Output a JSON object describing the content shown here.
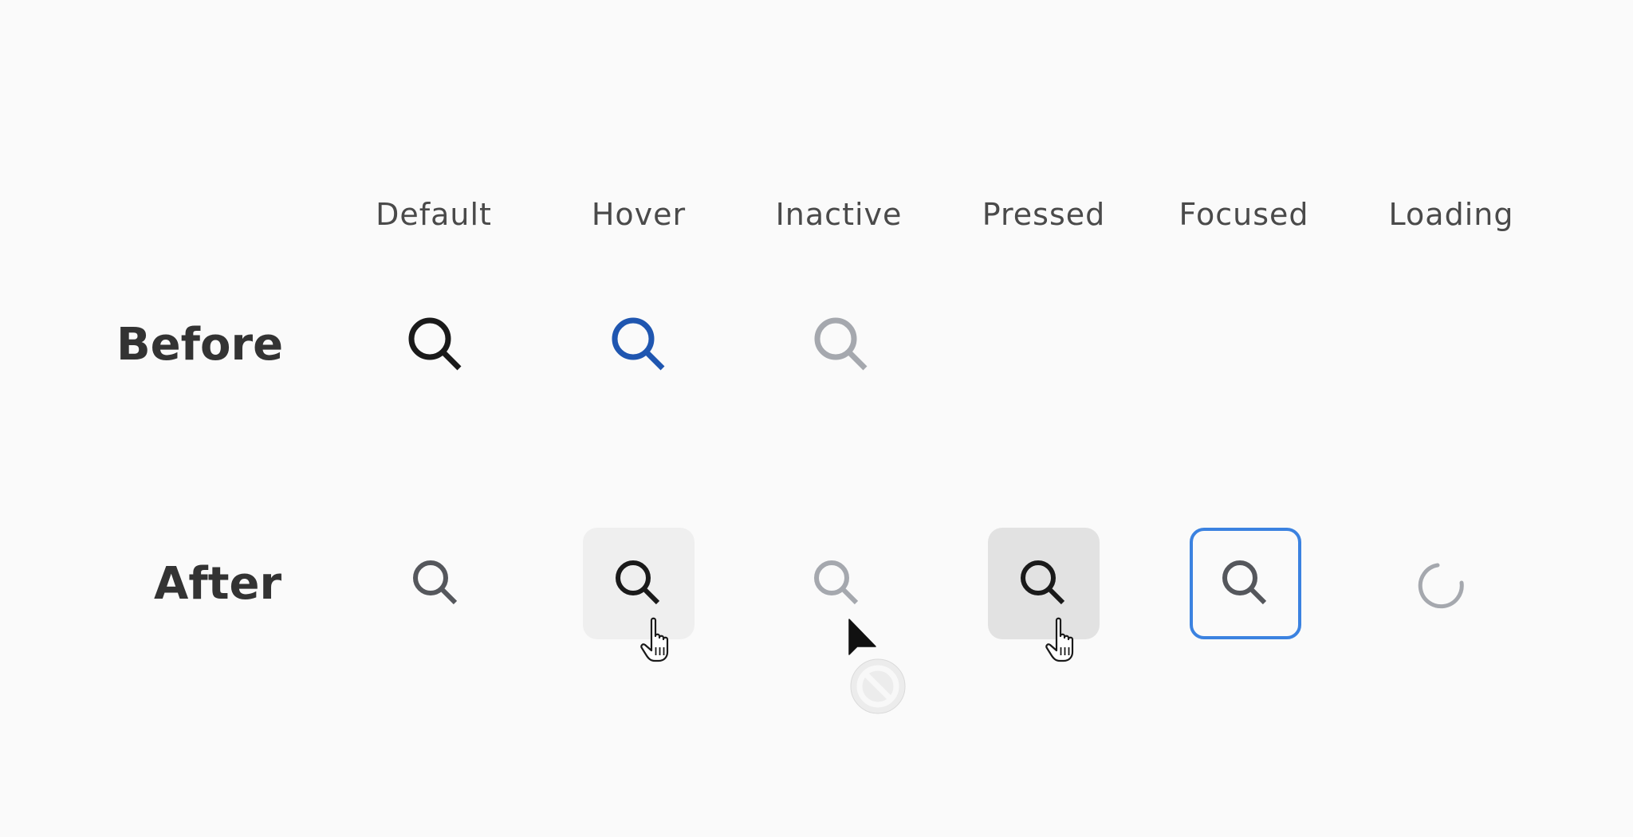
{
  "columns": {
    "default": "Default",
    "hover": "Hover",
    "inactive": "Inactive",
    "pressed": "Pressed",
    "focused": "Focused",
    "loading": "Loading"
  },
  "rows": {
    "before": "Before",
    "after": "After"
  },
  "icons": {
    "search": "search-icon",
    "spinner": "loading-spinner-icon",
    "hand_cursor": "hand-pointer-cursor-icon",
    "arrow_cursor": "arrow-cursor-icon",
    "not_allowed": "not-allowed-icon"
  },
  "colors": {
    "background": "#fafafa",
    "default_icon": "#1a1a1a",
    "hover_before": "#1f56b0",
    "inactive_before": "#a5a8ae",
    "default_after": "#55575c",
    "inactive_after": "#a5a8ae",
    "hover_bg": "#efefef",
    "pressed_bg": "#e2e2e2",
    "focus_ring": "#3b82e0",
    "spinner": "#a5a8ae"
  }
}
